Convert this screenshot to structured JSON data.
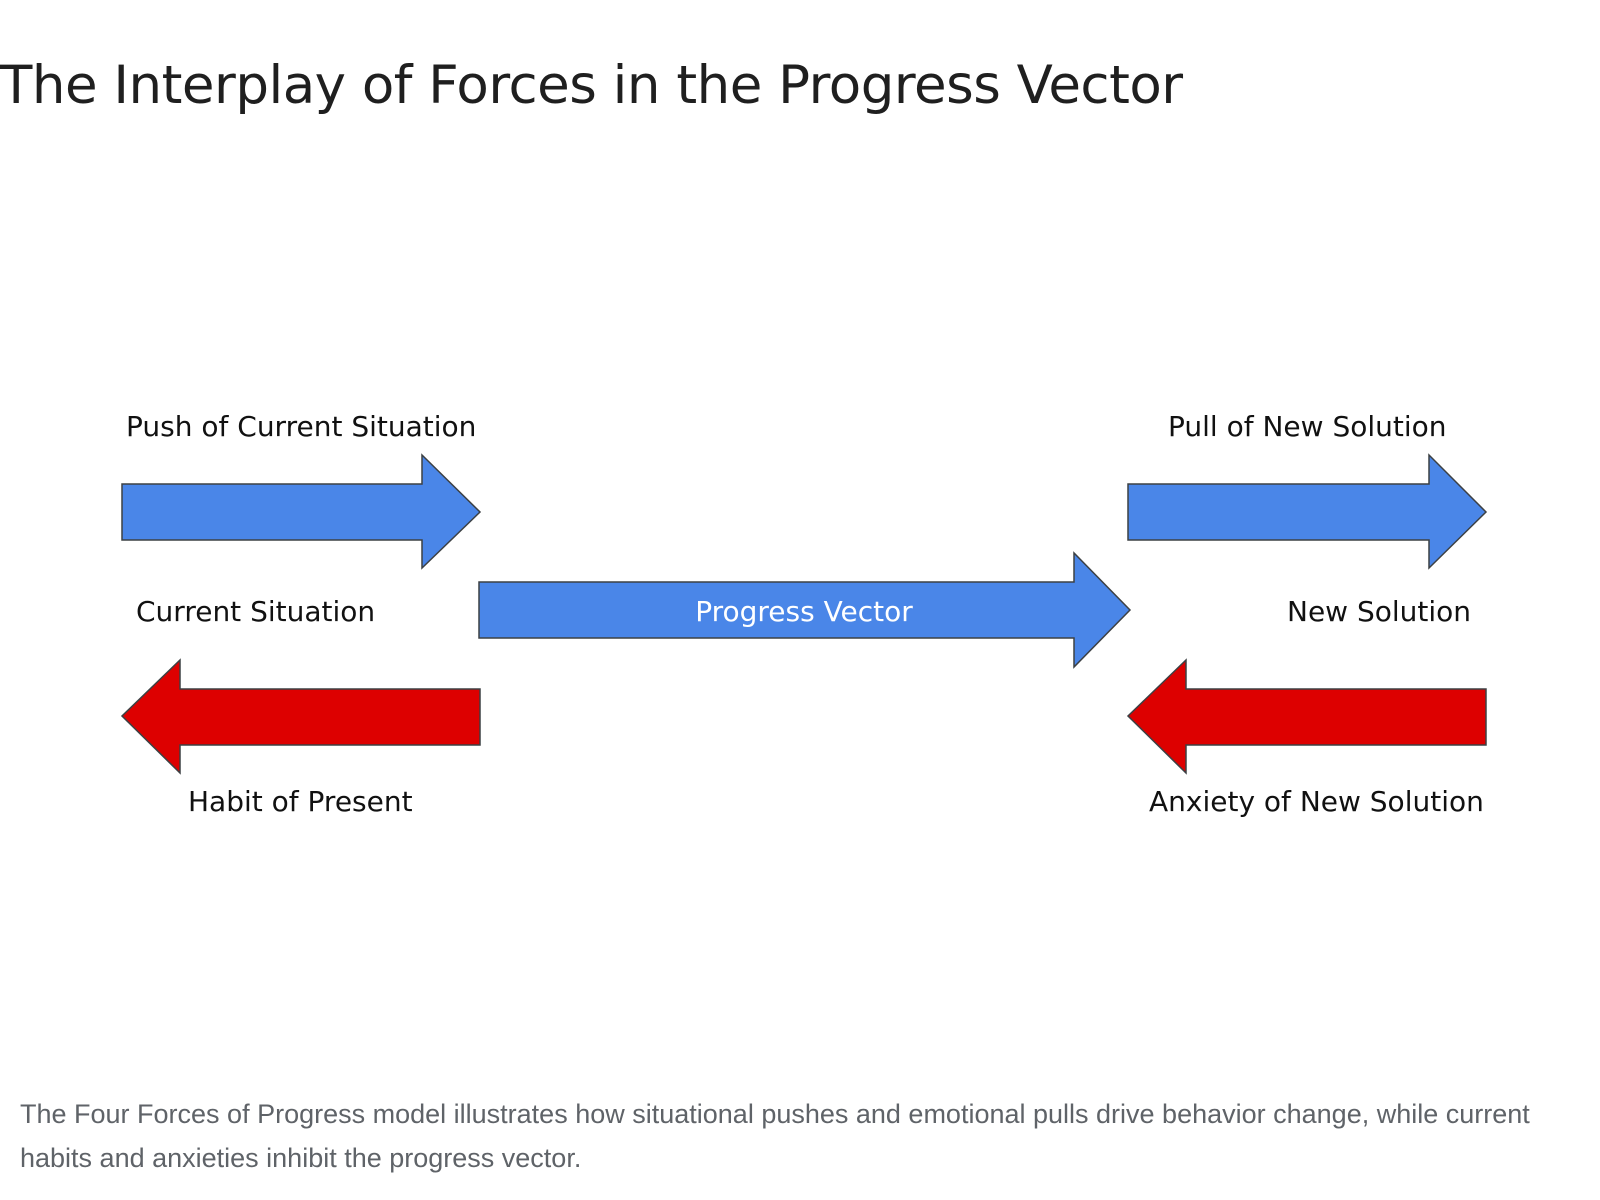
{
  "title": "The Interplay of Forces in the Progress Vector",
  "caption": "The Four Forces of Progress model illustrates how situational pushes and emotional pulls drive behavior change, while current habits and anxieties inhibit the progress vector.",
  "colors": {
    "forward_force": "#4a86e8",
    "inhibiting_force": "#dd0000",
    "arrow_outline": "#3c4043"
  },
  "diagram": {
    "push_label": "Push of Current Situation",
    "pull_label": "Pull of New Solution",
    "current_label": "Current Situation",
    "progress_label": "Progress Vector",
    "new_solution_label": "New Solution",
    "habit_label": "Habit of Present",
    "anxiety_label": "Anxiety of New Solution"
  }
}
